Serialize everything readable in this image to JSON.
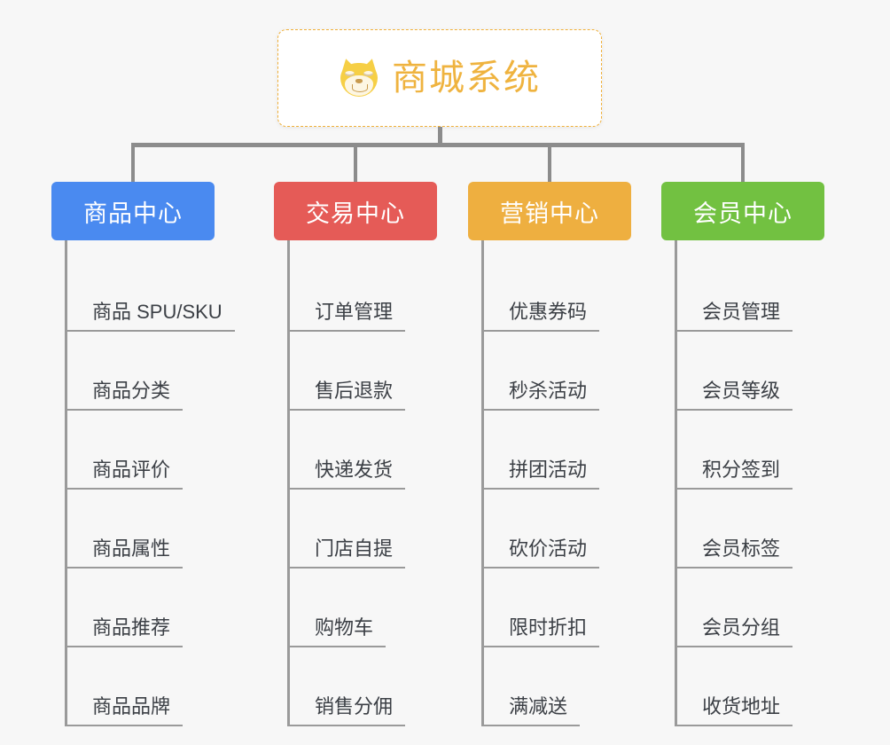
{
  "diagram": {
    "title": "商城系统",
    "type": "org-chart",
    "background_color": "#f7f7f7",
    "connector_color": "#8c8c8c"
  },
  "root": {
    "label": "商城系统",
    "icon": "shiba-dog-face-icon",
    "text_color": "#efb33f",
    "border_color": "#f0b03a",
    "background_color": "#ffffff"
  },
  "categories": [
    {
      "label": "商品中心",
      "color": "#4a8af0",
      "items": [
        "商品 SPU/SKU",
        "商品分类",
        "商品评价",
        "商品属性",
        "商品推荐",
        "商品品牌"
      ]
    },
    {
      "label": "交易中心",
      "color": "#e55b57",
      "items": [
        "订单管理",
        "售后退款",
        "快递发货",
        "门店自提",
        "购物车",
        "销售分佣"
      ]
    },
    {
      "label": "营销中心",
      "color": "#eeaf40",
      "items": [
        "优惠券码",
        "秒杀活动",
        "拼团活动",
        "砍价活动",
        "限时折扣",
        "满减送"
      ]
    },
    {
      "label": "会员中心",
      "color": "#72c141",
      "items": [
        "会员管理",
        "会员等级",
        "积分签到",
        "会员标签",
        "会员分组",
        "收货地址"
      ]
    }
  ]
}
